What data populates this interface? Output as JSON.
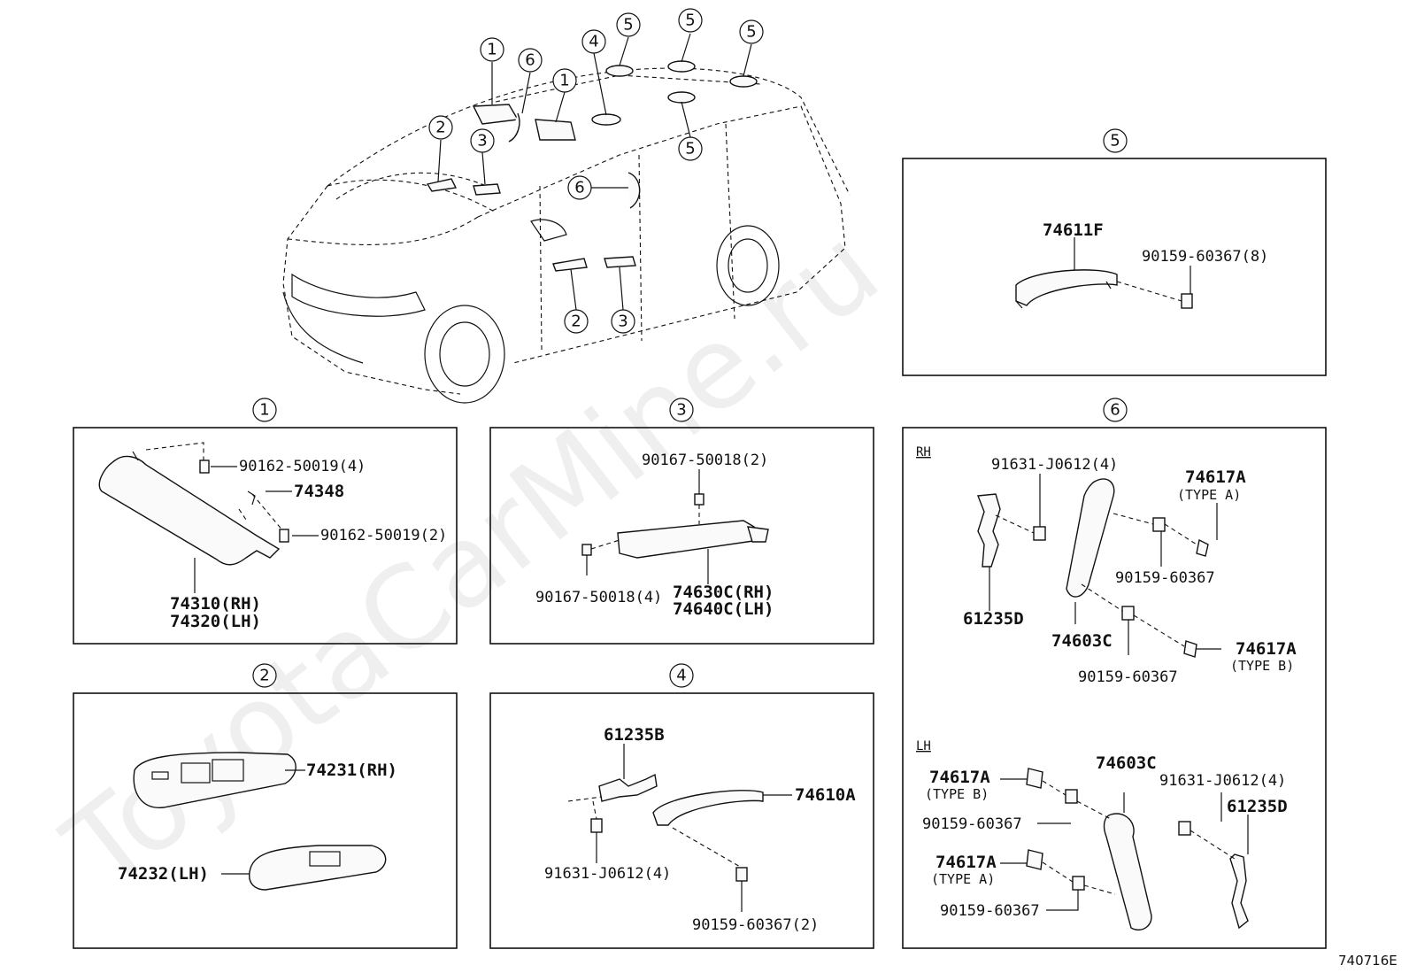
{
  "watermark": "ToyotaCarMine.ru",
  "diagram_code": "740716E",
  "car_callouts": [
    "1",
    "6",
    "1",
    "4",
    "5",
    "5",
    "5",
    "2",
    "3",
    "6",
    "5",
    "2",
    "3"
  ],
  "sections": {
    "s1": {
      "num": "1",
      "parts": [
        "90162-50019(4)",
        "74348",
        "90162-50019(2)",
        "74310(RH)",
        "74320(LH)"
      ]
    },
    "s2": {
      "num": "2",
      "parts": [
        "74231(RH)",
        "74232(LH)"
      ]
    },
    "s3": {
      "num": "3",
      "parts": [
        "90167-50018(2)",
        "90167-50018(4)",
        "74630C(RH)",
        "74640C(LH)"
      ]
    },
    "s4": {
      "num": "4",
      "parts": [
        "61235B",
        "74610A",
        "91631-J0612(4)",
        "90159-60367(2)"
      ]
    },
    "s5": {
      "num": "5",
      "parts": [
        "74611F",
        "90159-60367(8)"
      ]
    },
    "s6": {
      "num": "6",
      "rh_label": "RH",
      "lh_label": "LH",
      "rh_parts": [
        "91631-J0612(4)",
        "74617A",
        "(TYPE A)",
        "61235D",
        "90159-60367",
        "74603C",
        "74617A",
        "(TYPE B)",
        "90159-60367"
      ],
      "lh_parts": [
        "74617A",
        "(TYPE B)",
        "74603C",
        "91631-J0612(4)",
        "90159-60367",
        "61235D",
        "74617A",
        "(TYPE A)",
        "90159-60367"
      ]
    }
  }
}
